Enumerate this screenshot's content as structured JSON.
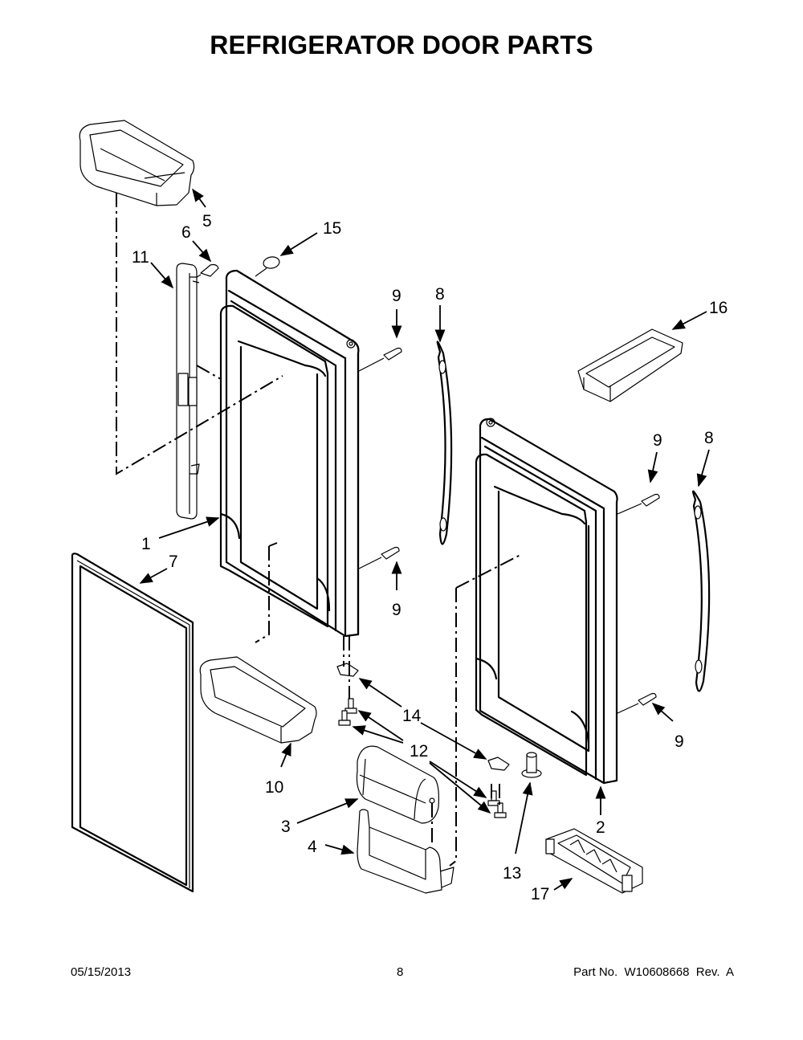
{
  "page": {
    "title": "REFRIGERATOR DOOR PARTS",
    "footer": {
      "date": "05/15/2013",
      "page_number": "8",
      "part_number": "Part No.  W10608668  Rev.  A"
    }
  },
  "callouts": {
    "c1": "1",
    "c2": "2",
    "c3": "3",
    "c4": "4",
    "c5": "5",
    "c6": "6",
    "c7": "7",
    "c8a": "8",
    "c8b": "8",
    "c9a": "9",
    "c9b": "9",
    "c9c": "9",
    "c9d": "9",
    "c10": "10",
    "c11": "11",
    "c12a": "12",
    "c12b": "12",
    "c13": "13",
    "c14": "14",
    "c15": "15",
    "c16": "16",
    "c17": "17"
  },
  "parts": [
    {
      "number": "1",
      "name": "left-door"
    },
    {
      "number": "2",
      "name": "right-door"
    },
    {
      "number": "3",
      "name": "dispenser-cover"
    },
    {
      "number": "4",
      "name": "dispenser-bin"
    },
    {
      "number": "5",
      "name": "door-bin-upper"
    },
    {
      "number": "6",
      "name": "screw"
    },
    {
      "number": "7",
      "name": "door-gasket"
    },
    {
      "number": "8",
      "name": "door-handle"
    },
    {
      "number": "9",
      "name": "handle-screw"
    },
    {
      "number": "10",
      "name": "door-bin-lower"
    },
    {
      "number": "11",
      "name": "mullion-flip"
    },
    {
      "number": "12",
      "name": "hinge-screw"
    },
    {
      "number": "13",
      "name": "hinge-pin"
    },
    {
      "number": "14",
      "name": "door-stop"
    },
    {
      "number": "15",
      "name": "hinge-bushing"
    },
    {
      "number": "16",
      "name": "dairy-bin"
    },
    {
      "number": "17",
      "name": "egg-tray"
    }
  ]
}
